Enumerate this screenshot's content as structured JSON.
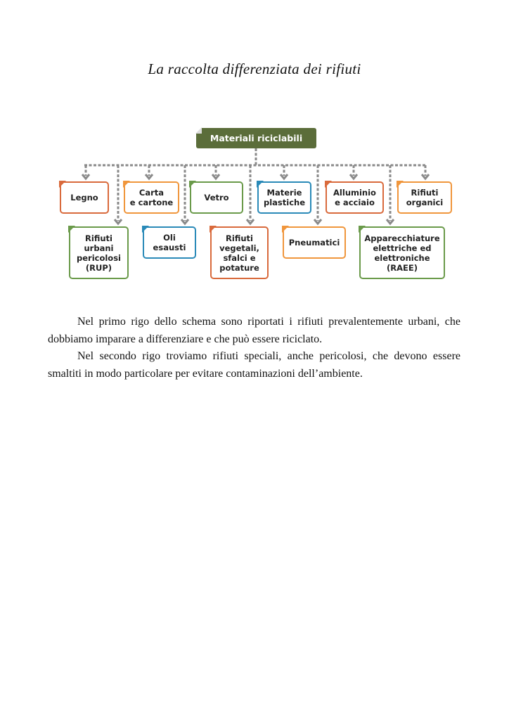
{
  "title": "La raccolta differenziata dei rifiuti",
  "diagram": {
    "root": "Materiali riciclabili",
    "row1": [
      {
        "label": "Legno",
        "color": "#d96a3c"
      },
      {
        "label": "Carta\ne cartone",
        "color": "#f0963c"
      },
      {
        "label": "Vetro",
        "color": "#6a9a4a"
      },
      {
        "label": "Materie\nplastiche",
        "color": "#2a8ab8"
      },
      {
        "label": "Alluminio\ne acciaio",
        "color": "#d96a3c"
      },
      {
        "label": "Rifiuti\norganici",
        "color": "#f0963c"
      }
    ],
    "row2": [
      {
        "label": "Rifiuti\nurbani\npericolosi\n(RUP)",
        "color": "#6a9a4a"
      },
      {
        "label": "Oli\nesausti",
        "color": "#2a8ab8"
      },
      {
        "label": "Rifiuti\nvegetali,\nsfalci e\npotature",
        "color": "#d96a3c"
      },
      {
        "label": "Pneumatici",
        "color": "#f0963c"
      },
      {
        "label": "Apparecchiature\nelettriche ed\nelettroniche\n(RAEE)",
        "color": "#6a9a4a"
      }
    ]
  },
  "paragraphs": [
    "Nel primo rigo dello schema sono riportati i rifiuti prevalentemente urbani, che dobbiamo imparare a differenziare e che può essere riciclato.",
    "Nel secondo rigo troviamo rifiuti speciali, anche pericolosi, che devono essere smaltiti in modo particolare per evitare contaminazioni dell’ambiente."
  ]
}
